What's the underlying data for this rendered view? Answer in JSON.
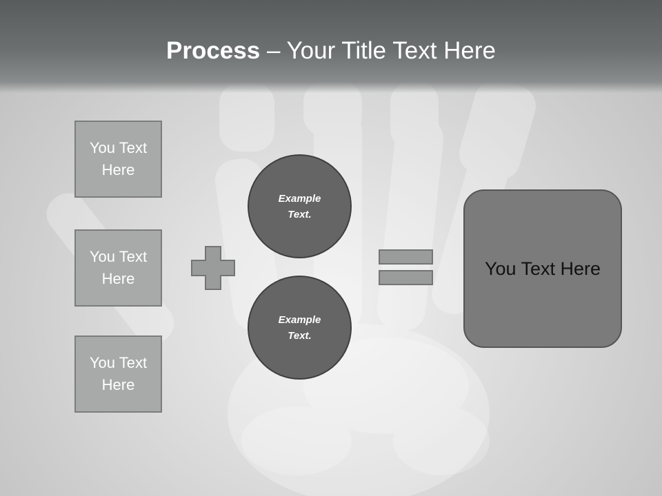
{
  "header": {
    "title_bold": "Process",
    "title_dash": " – ",
    "title_rest": "Your Title Text Here"
  },
  "inputs": [
    {
      "label": "You Text Here"
    },
    {
      "label": "You Text Here"
    },
    {
      "label": "You Text Here"
    }
  ],
  "steps": [
    {
      "label": "Example Text."
    },
    {
      "label": "Example Text."
    }
  ],
  "result": {
    "label": "You Text Here"
  },
  "colors": {
    "title_bar": "#6c7070",
    "input_box": "#a8a9a9",
    "circle": "#656565",
    "result_box": "#7b7b7b",
    "operator": "#9a9b9b"
  },
  "icons": {
    "plus": "plus-icon",
    "equals": "equals-icon"
  }
}
